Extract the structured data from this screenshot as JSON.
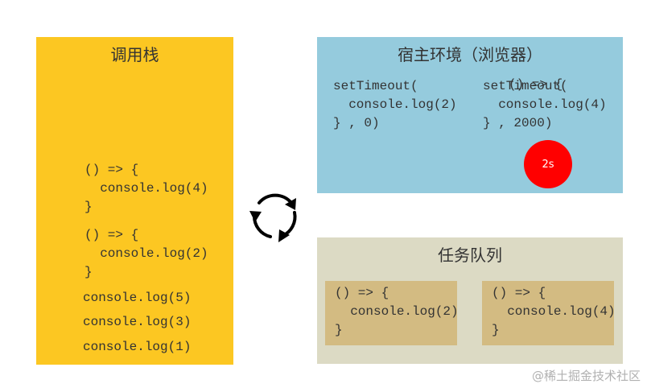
{
  "call_stack": {
    "title": "调用栈",
    "items": [
      "() => {\n  console.log(4)\n}",
      "() => {\n  console.log(2)\n}",
      "console.log(5)",
      "console.log(3)",
      "console.log(1)"
    ]
  },
  "host_env": {
    "title": "宿主环境（浏览器）",
    "timer_1": "setTimeout(\n  console.log(2)\n} , 0)",
    "timer_2": "setTimeout(\n  console.log(4)\n} , 2000)",
    "timer_2_overlap": "() => {",
    "badge": "2s"
  },
  "task_queue": {
    "title": "任务队列",
    "tasks": [
      "() => {\n  console.log(2)\n}",
      "() => {\n  console.log(4)\n}"
    ]
  },
  "watermark": "@稀土掘金技术社区",
  "colors": {
    "call_stack_bg": "#FCC722",
    "host_env_bg": "#95CBDD",
    "task_queue_bg": "#DCDAC4",
    "task_box_bg": "#D3BB82",
    "timer_badge": "#FF0000"
  },
  "icons": {
    "event_loop": "cycle-arrows-icon"
  }
}
